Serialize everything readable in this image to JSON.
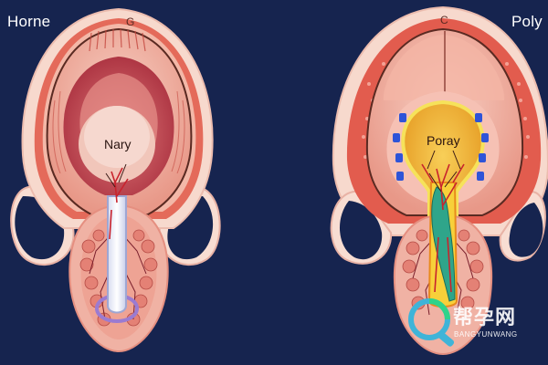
{
  "labels": {
    "left_corner": "Horne",
    "right_corner": "Poly",
    "left_organ": "Nary",
    "right_organ": "Poray",
    "left_top_mark": "G",
    "right_top_mark": "C"
  },
  "watermark": {
    "text": "帮孕网",
    "subtext": "BANGYUNWANG",
    "icon": "magnifier-logo-icon"
  },
  "colors": {
    "background": "#16244f",
    "tissue_outer": "#f6d3c6",
    "tissue_pink": "#e99a8e",
    "tissue_red": "#d9574a",
    "core_gold": "#f2b43a",
    "stalk_green": "#2fa58a"
  },
  "icons": [
    "blue-marker-icon",
    "magnifier-logo-icon"
  ]
}
